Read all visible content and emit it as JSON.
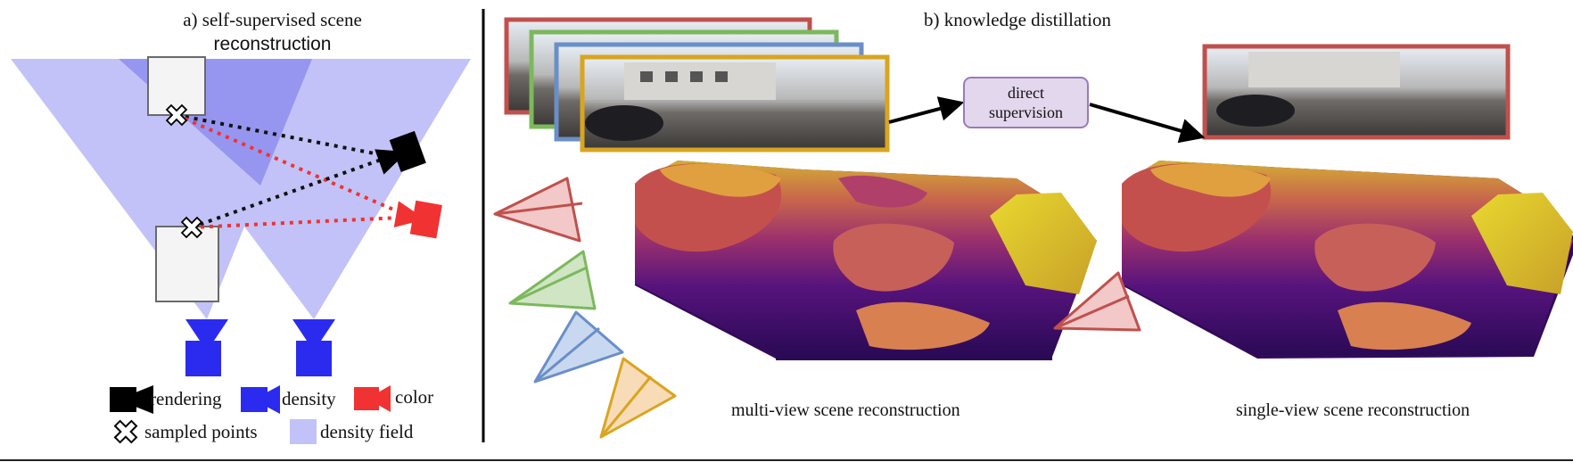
{
  "panel_a": {
    "title_line1": "a) self-supervised scene",
    "title_line2": "reconstruction",
    "legend": {
      "rendering": "rendering",
      "density": "density",
      "color": "color",
      "sampled_points": "sampled points",
      "density_field": "density field"
    }
  },
  "panel_b": {
    "title": "b) knowledge distillation",
    "supervision_line1": "direct",
    "supervision_line2": "supervision",
    "multi_view_caption": "multi-view scene reconstruction",
    "single_view_caption": "single-view scene reconstruction"
  },
  "colors": {
    "field_light": "#c2c2f8",
    "field_dark": "#9696f0",
    "density_camera": "#2b2bf0",
    "render_camera": "#000000",
    "color_camera": "#f03232",
    "frame_red": "#c0504d",
    "frame_green": "#7cb85c",
    "frame_blue": "#6a8fc8",
    "frame_orange": "#d9a520",
    "supervision_fill": "#e3d7ee",
    "supervision_border": "#9b7ab8"
  },
  "icons": [
    "camera-icon",
    "sampled-point-icon",
    "camera-frustum-icon",
    "arrow-icon"
  ]
}
